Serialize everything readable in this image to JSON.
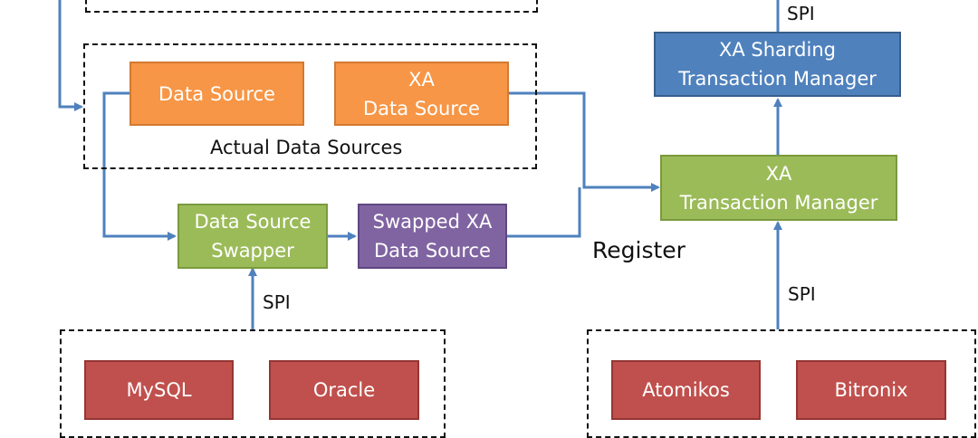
{
  "nodes": {
    "data_source": "Data Source",
    "xa_data_source": "XA\nData Source",
    "data_source_swapper": "Data Source\nSwapper",
    "swapped_xa_data_source": "Swapped XA\nData Source",
    "xa_sharding_tm": "XA Sharding\nTransaction Manager",
    "xa_tm": "XA\nTransaction Manager",
    "mysql": "MySQL",
    "oracle": "Oracle",
    "atomikos": "Atomikos",
    "bitronix": "Bitronix"
  },
  "labels": {
    "actual_data_sources": "Actual Data Sources",
    "register": "Register",
    "spi_top": "SPI",
    "spi_left": "SPI",
    "spi_right": "SPI"
  },
  "colors": {
    "orange": "#f79646",
    "green": "#9bbb59",
    "purple": "#8064a2",
    "blue": "#4f81bd",
    "red": "#c0504d",
    "connector": "#4f81bd"
  }
}
